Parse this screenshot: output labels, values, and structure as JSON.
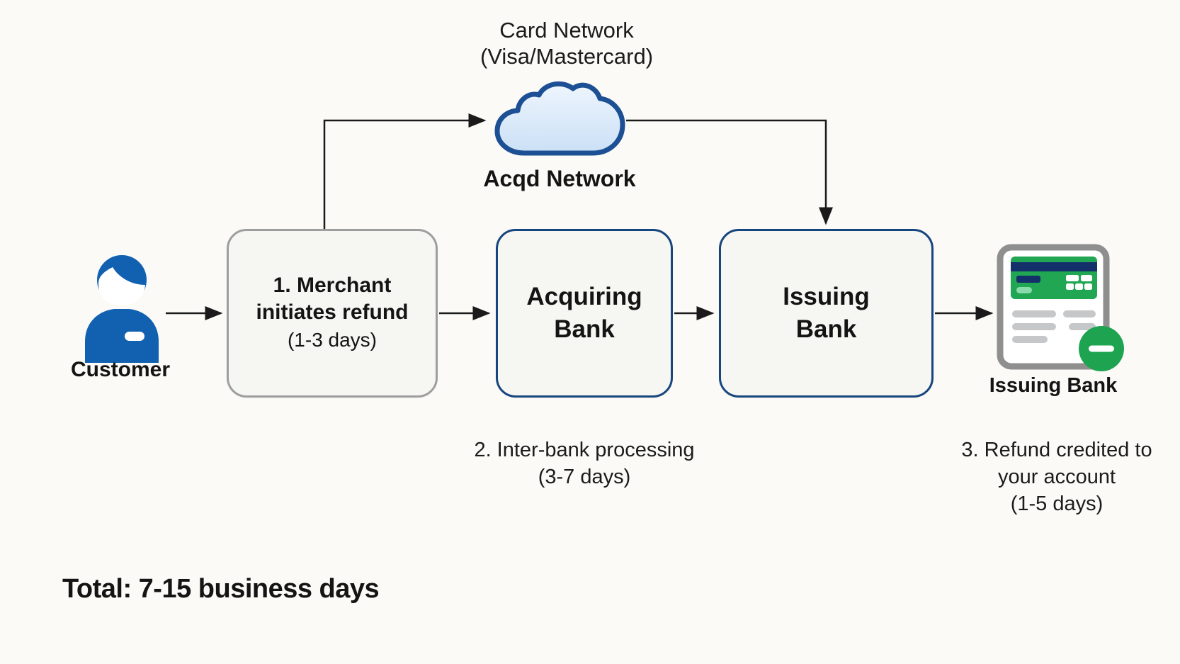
{
  "diagram": {
    "top_label": {
      "line1": "Card Network",
      "line2": "(Visa/Mastercard)"
    },
    "cloud": {
      "label": "Acqd Network"
    },
    "customer": {
      "label": "Customer"
    },
    "boxes": {
      "merchant": {
        "line1": "1. Merchant",
        "line2": "initiates refund",
        "line3": "(1-3 days)"
      },
      "acquiring": {
        "line1": "Acquiring",
        "line2": "Bank"
      },
      "issuing": {
        "line1": "Issuing",
        "line2": "Bank"
      }
    },
    "card": {
      "label": "Issuing Bank"
    },
    "annotations": {
      "interbank": {
        "line1": "2. Inter-bank processing",
        "line2": "(3-7 days)"
      },
      "refund": {
        "line1": "3. Refund credited to",
        "line2": "your account",
        "line3": "(1-5 days)"
      }
    },
    "total": "Total: 7-15 business days",
    "colors": {
      "background": "#fbfaf7",
      "person_blue": "#1161b0",
      "cloud_fill_top": "#eaf3fc",
      "cloud_fill_bottom": "#cbe0f6",
      "cloud_border": "#1c4f93",
      "bank_box_border": "#17457e",
      "merchant_box_border": "#9e9e9e",
      "card_green": "#21a653",
      "card_navy": "#14306b",
      "card_light_green": "#8adbab",
      "credit_circle_green": "#1ea450",
      "doc_border_gray": "#8f8f8f",
      "doc_line_gray": "#c5c7c9",
      "arrow_black": "#1a1a1a"
    }
  }
}
